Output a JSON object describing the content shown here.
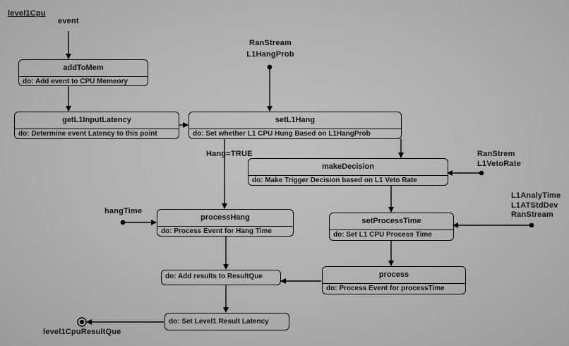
{
  "diagram": {
    "title": "level1Cpu",
    "inputs": {
      "event": "event",
      "ran_stream_top": "RanStream",
      "l1_hang_prob": "L1HangProb",
      "ran_strem": "RanStrem",
      "l1_veto_rate": "L1VetoRate",
      "l1_analy_time": "L1AnalyTime",
      "l1_at_std_dev": "L1ATStdDev",
      "ran_stream_right": "RanStream",
      "hang_time": "hangTime"
    },
    "guard_label": "Hang=TRUE",
    "final_label": "level1CpuResultQue",
    "states": {
      "add_to_mem": {
        "name": "addToMem",
        "activity": "do: Add event to CPU Memeory"
      },
      "get_l1_input_latency": {
        "name": "getL1InputLatency",
        "activity": "do: Determine event Latency to this point"
      },
      "set_l1_hang": {
        "name": "setL1Hang",
        "activity": "do: Set whether L1 CPU Hung Based on L1HangProb"
      },
      "make_decision": {
        "name": "makeDecision",
        "activity": "do: Make Trigger Decision based on L1 Veto Rate"
      },
      "process_hang": {
        "name": "processHang",
        "activity": "do: Process Event for Hang Time"
      },
      "set_process_time": {
        "name": "setProcessTime",
        "activity": "do: Set L1 CPU Process Time"
      },
      "process": {
        "name": "process",
        "activity": "do: Process Event for processTime"
      },
      "add_results": {
        "activity": "do: Add results to ResultQue"
      },
      "set_result_latency": {
        "activity": "do: Set Level1 Result Latency"
      }
    }
  }
}
